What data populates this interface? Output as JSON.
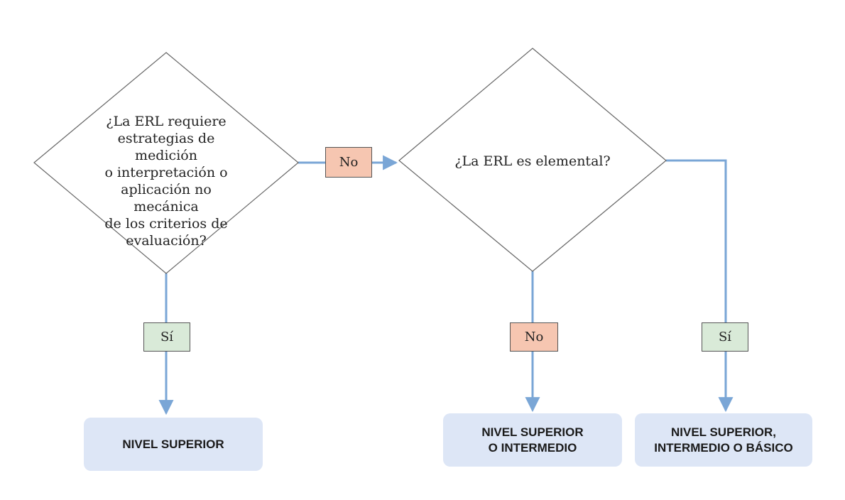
{
  "decisions": [
    {
      "id": "q1",
      "text": "¿La ERL requiere\nestrategias de medición\no interpretación o\naplicación no mecánica\nde los criterios de\nevaluación?"
    },
    {
      "id": "q2",
      "text": "¿La ERL es elemental?"
    }
  ],
  "branch_labels": {
    "q1_no": "No",
    "q1_yes": "Sí",
    "q2_no": "No",
    "q2_yes": "Sí"
  },
  "results": {
    "r1": "NIVEL SUPERIOR",
    "r2": "NIVEL SUPERIOR\nO INTERMEDIO",
    "r3": "NIVEL SUPERIOR,\nINTERMEDIO O BÁSICO"
  },
  "colors": {
    "connector": "#7aa6d6",
    "no_fill": "#f6c6b1",
    "yes_fill": "#d9ead8",
    "result_fill": "#dde6f6",
    "diamond_stroke": "#666666"
  }
}
